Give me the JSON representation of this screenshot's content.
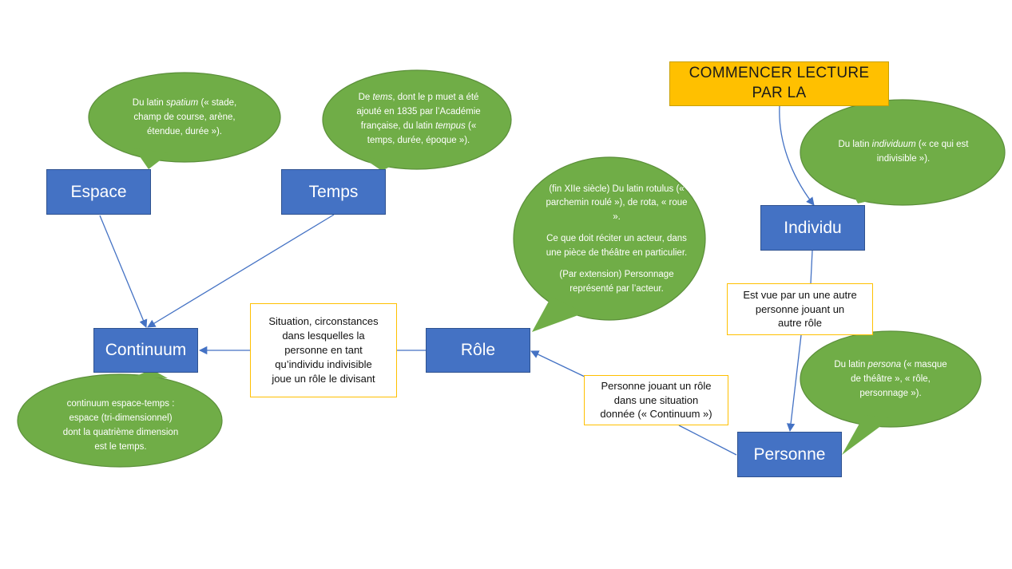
{
  "start": {
    "line1": "COMMENCER LECTURE",
    "line2": "PAR LA"
  },
  "nodes": {
    "espace": "Espace",
    "temps": "Temps",
    "continuum": "Continuum",
    "role": "Rôle",
    "individu": "Individu",
    "personne": "Personne"
  },
  "notes": {
    "situation": [
      "Situation, circonstances",
      "dans lesquelles la",
      "personne en tant",
      "qu’individu indivisible",
      "joue un rôle le divisant"
    ],
    "vue": [
      "Est vue par un une autre",
      "personne jouant un",
      "autre rôle"
    ],
    "personne_role": [
      "Personne jouant un rôle",
      "dans une situation",
      "donnée (« Continuum »)"
    ]
  },
  "bubbles": {
    "espace": {
      "pre": "Du latin ",
      "em": "spatium",
      "post": " (« stade, champ de course, arène, étendue, durée »)."
    },
    "temps": {
      "pre": "De ",
      "em": "tems",
      "mid": ", dont le p muet a été ajouté en 1835 par l’Académie française, du latin ",
      "em2": "tempus",
      "post": " (« temps, durée, époque »)."
    },
    "role_p1": "(fin XIIe siècle) Du latin rotulus (« parchemin roulé »), de rota, « roue ».",
    "role_p2": "Ce que doit réciter un acteur, dans une pièce de théâtre en particulier.",
    "role_p3": "(Par extension) Personnage représenté par l’acteur.",
    "individu": {
      "pre": "Du latin ",
      "em": "individuum",
      "post": " (« ce qui est indivisible »)."
    },
    "personne": {
      "pre": "Du latin ",
      "em": "persona",
      "post": " (« masque de théâtre », « rôle, personnage »)."
    },
    "continuum": "continuum espace-temps : espace (tri-dimensionnel) dont la quatrième dimension est le temps."
  },
  "colors": {
    "node_fill": "#4472c4",
    "bubble_fill": "#70ad47",
    "note_border": "#ffc000",
    "start_fill": "#ffc000",
    "connector": "#4472c4"
  }
}
